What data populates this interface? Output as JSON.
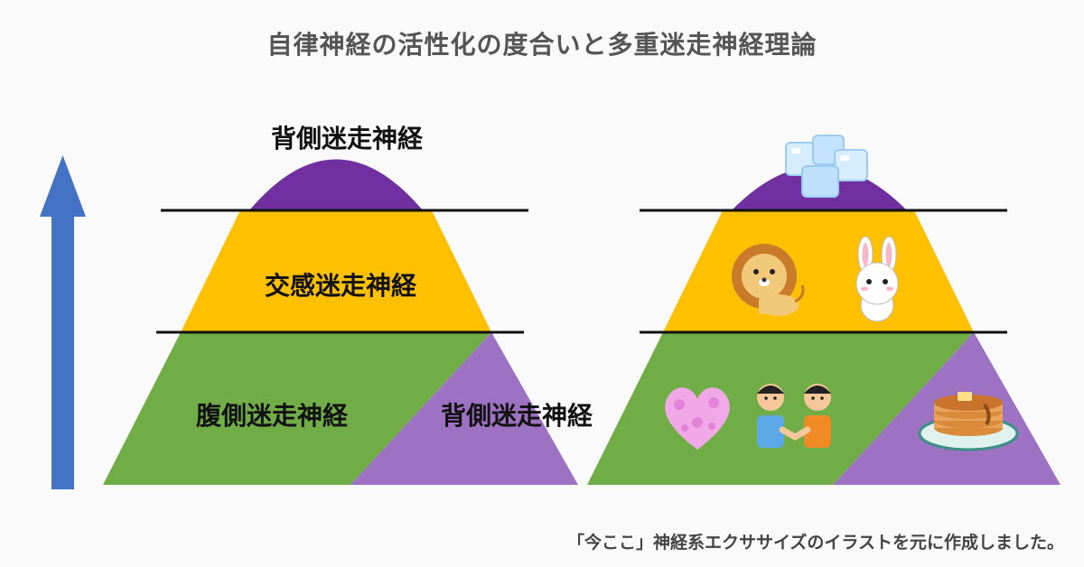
{
  "title": "自律神経の活性化の度合いと多重迷走神経理論",
  "left_pyramid": {
    "top_label": "背側迷走神経",
    "middle_label": "交感迷走神経",
    "bottom_left_label": "腹側迷走神経",
    "bottom_right_label": "背側迷走神経"
  },
  "colors": {
    "purple_top": "#7030a0",
    "yellow": "#ffc000",
    "green": "#70ad47",
    "purple_light": "#9e72c3",
    "arrow": "#4472c4",
    "line": "#111111"
  },
  "footer": "「今ここ」神経系エクササイズのイラストを元に作成しました。"
}
